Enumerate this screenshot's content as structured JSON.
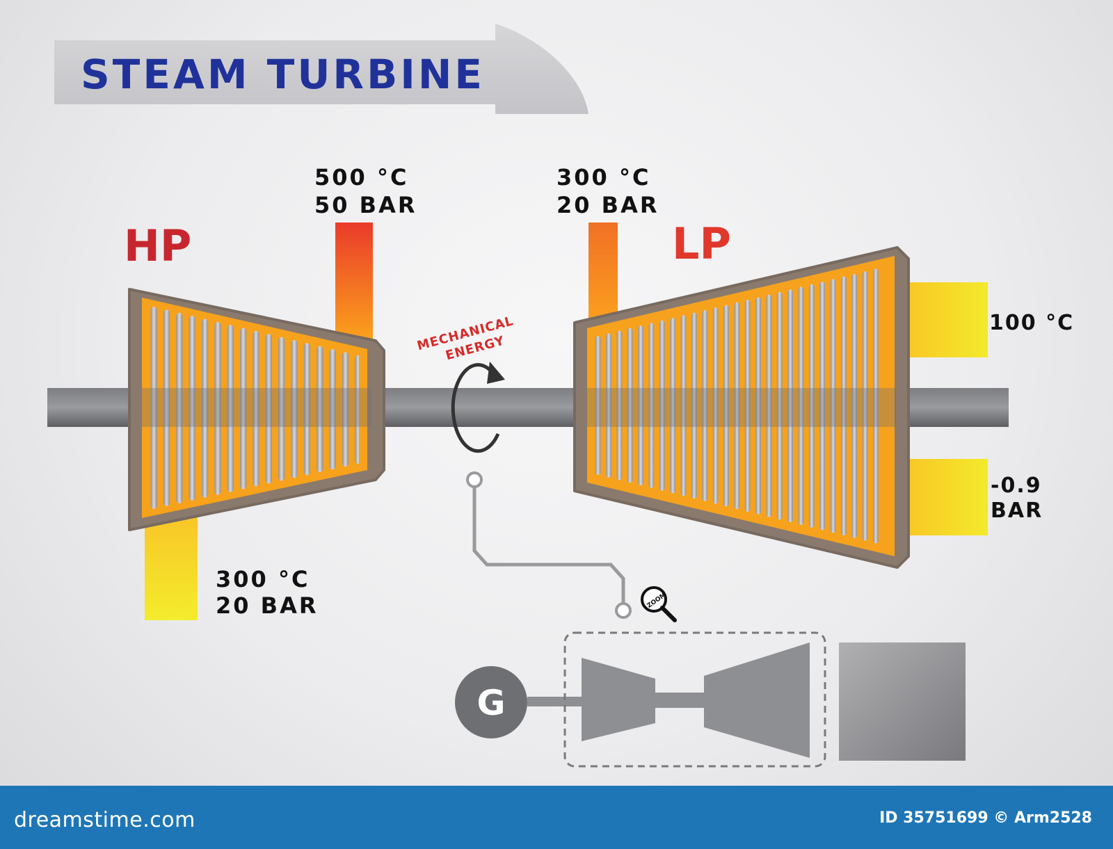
{
  "title": "STEAM TURBINE",
  "hp": {
    "label": "HP",
    "inlet": {
      "temp": "500 °C",
      "pressure": "50 BAR"
    },
    "outlet": {
      "temp": "300 °C",
      "pressure": "20 BAR"
    }
  },
  "lp": {
    "label": "LP",
    "inlet": {
      "temp": "300 °C",
      "pressure": "20 BAR"
    },
    "exhaust_top": "100 °C",
    "exhaust_bottom": {
      "line1": "-0.9",
      "line2": "BAR"
    }
  },
  "mechanical": {
    "line1": "MECHANICAL",
    "line2": "ENERGY"
  },
  "zoom": "ZOOM",
  "generator": "G",
  "footer": {
    "brand": "dreamstime.com",
    "credit": "ID 35751699 © Arm2528"
  },
  "colors": {
    "title_blue": "#20329a",
    "label_red": "#d62a2a",
    "blade_orange": "#f7a21c",
    "casing": "#8a7a6e",
    "shaft": "#6d6e72",
    "footer_blue": "#1e76b6"
  },
  "icons": [
    "rotation-arrow-icon",
    "magnifier-icon",
    "generator-icon"
  ]
}
